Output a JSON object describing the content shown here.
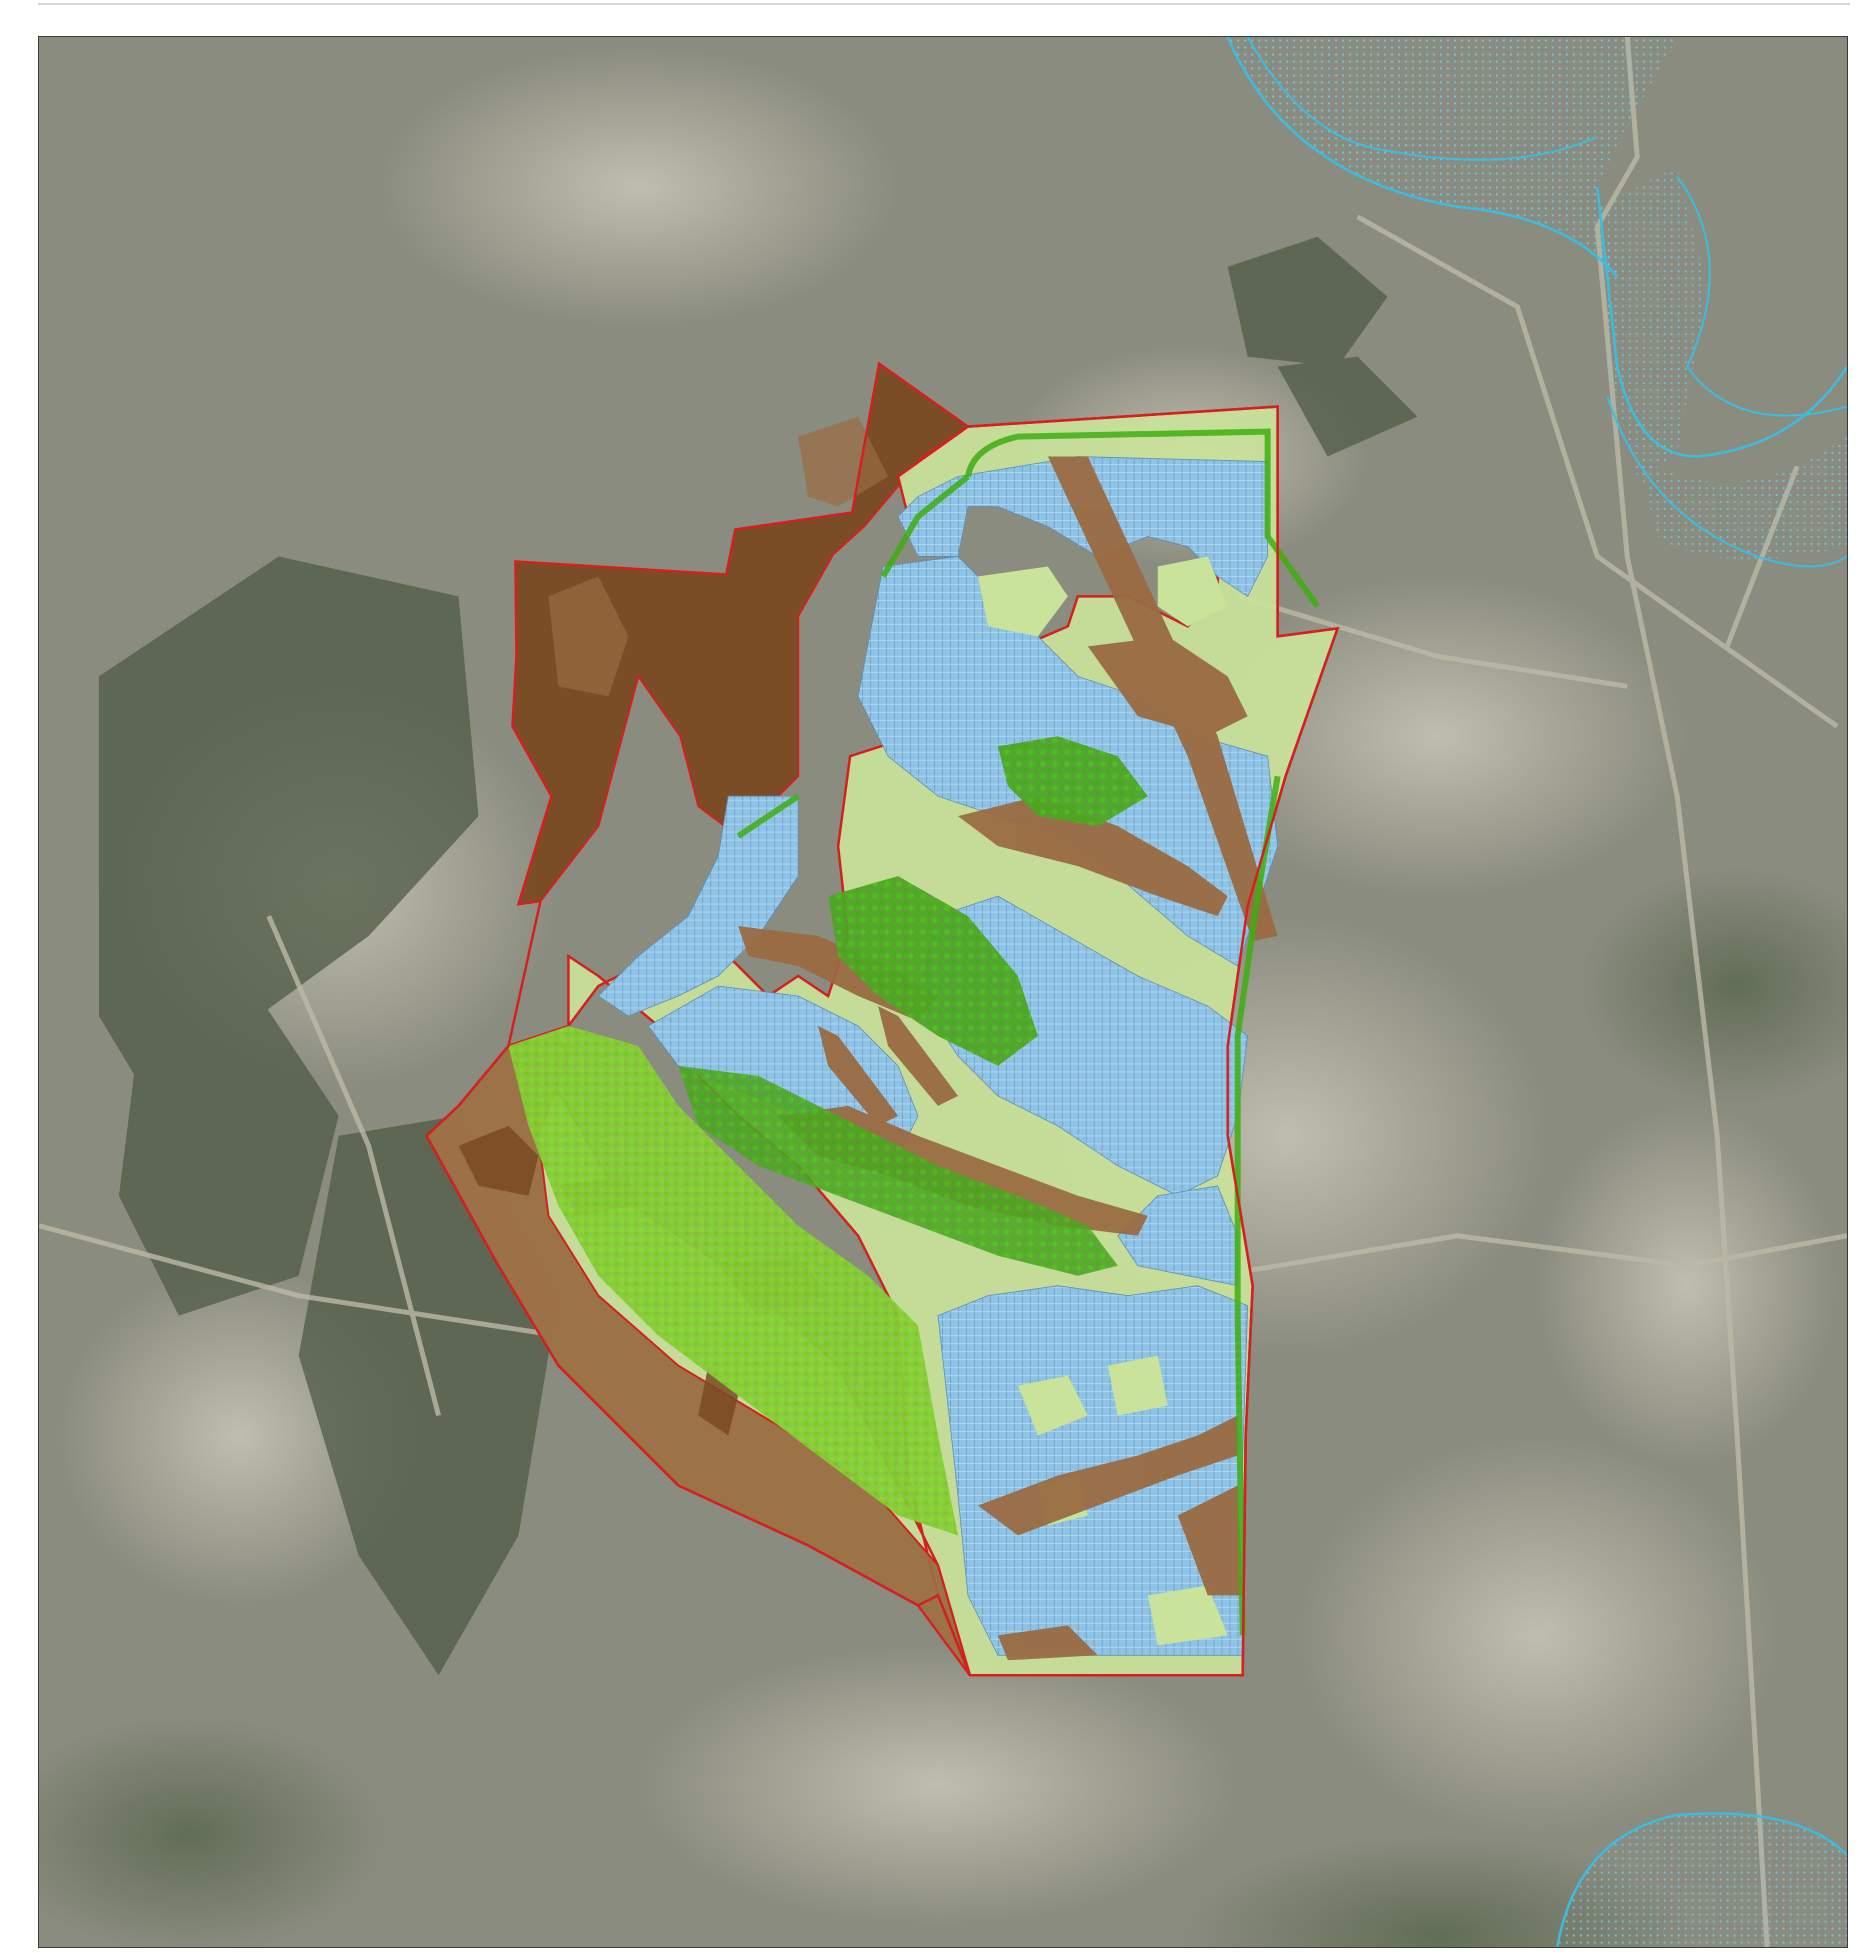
{
  "map": {
    "basemap": "satellite-orthophoto",
    "colors": {
      "terrain_base": "#8a8c7f",
      "terrain_light": "#b3b1a3",
      "terrain_dark": "#6f7366",
      "forest": "#4f5b45",
      "boundary": "#d42020",
      "exclusion_zone": "#7a4a22",
      "buffer_zone": "#9a6b42",
      "solar_panel": "#8fc3e6",
      "grassland": "#c9e39a",
      "dense_vegetation": "#3fae10",
      "bright_vegetation": "#7ddf22",
      "hydro_line": "#3bbde3",
      "hydro_fill": "#a8dcea"
    },
    "layers": [
      {
        "name": "project-boundary"
      },
      {
        "name": "exclusion-zone"
      },
      {
        "name": "buffer-zone"
      },
      {
        "name": "solar-panel-arrays"
      },
      {
        "name": "grassland"
      },
      {
        "name": "vegetation-screen"
      },
      {
        "name": "hydrology"
      }
    ]
  }
}
